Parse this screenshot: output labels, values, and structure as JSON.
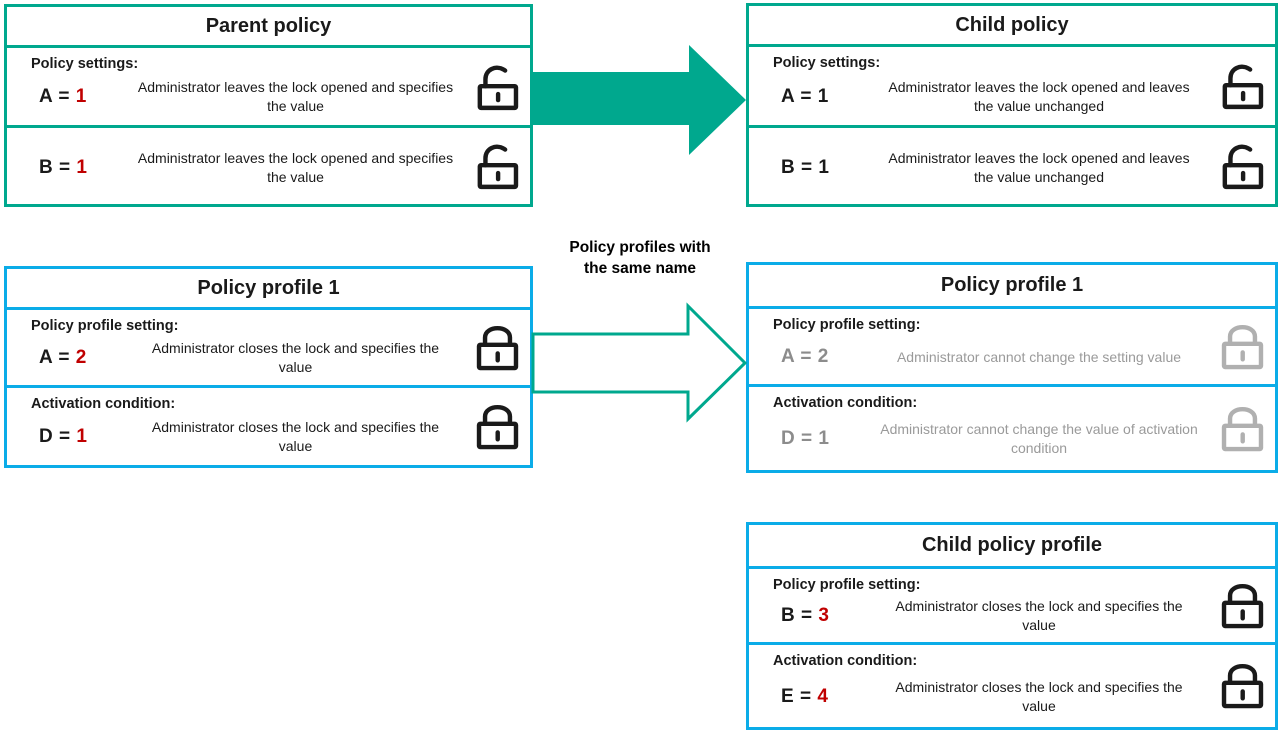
{
  "palette": {
    "teal_green": "#00A88E",
    "sky_blue": "#0BACE8",
    "value_red": "#C00000",
    "text_black": "#1A1A1A",
    "muted_value_gray": "#8C8C8C",
    "muted_text_gray": "#9A9A9A",
    "muted_lock_gray": "#B0B0B0"
  },
  "connector": {
    "label": "Policy profiles with\nthe same name",
    "solid_arrow_icon": "solid-right-arrow",
    "outline_arrow_icon": "outline-right-arrow"
  },
  "boxes": {
    "parent_policy": {
      "title": "Parent policy",
      "rows": [
        {
          "label": "Policy settings:",
          "variable": "A",
          "eq": "=",
          "value": "1",
          "value_color": "red",
          "desc": "Administrator leaves the lock opened and specifies the value",
          "lock_icon": "unlocked-padlock",
          "lock_state": "opened"
        },
        {
          "variable": "B",
          "eq": "=",
          "value": "1",
          "value_color": "red",
          "desc": "Administrator leaves the lock opened and specifies the value",
          "lock_icon": "unlocked-padlock",
          "lock_state": "opened"
        }
      ]
    },
    "child_policy": {
      "title": "Child policy",
      "rows": [
        {
          "label": "Policy settings:",
          "variable": "A",
          "eq": "=",
          "value": "1",
          "value_color": "black",
          "desc": "Administrator leaves the lock opened and leaves the value unchanged",
          "lock_icon": "unlocked-padlock",
          "lock_state": "opened"
        },
        {
          "variable": "B",
          "eq": "=",
          "value": "1",
          "value_color": "black",
          "desc": "Administrator leaves the lock opened and leaves the value unchanged",
          "lock_icon": "unlocked-padlock",
          "lock_state": "opened"
        }
      ]
    },
    "policy_profile_source": {
      "title": "Policy profile 1",
      "rows": [
        {
          "label": "Policy profile setting:",
          "variable": "A",
          "eq": "=",
          "value": "2",
          "value_color": "red",
          "desc": "Administrator closes the lock and specifies the value",
          "lock_icon": "locked-padlock",
          "lock_state": "closed"
        },
        {
          "label": "Activation condition:",
          "variable": "D",
          "eq": "=",
          "value": "1",
          "value_color": "red",
          "desc": "Administrator closes the lock and specifies the value",
          "lock_icon": "locked-padlock",
          "lock_state": "closed"
        }
      ]
    },
    "policy_profile_inherited": {
      "title": "Policy profile 1",
      "rows": [
        {
          "label": "Policy profile setting:",
          "variable": "A",
          "eq": "=",
          "value": "2",
          "value_color": "gray",
          "muted": true,
          "desc": "Administrator cannot change the setting value",
          "lock_icon": "locked-padlock",
          "lock_state": "closed"
        },
        {
          "label": "Activation condition:",
          "variable": "D",
          "eq": "=",
          "value": "1",
          "value_color": "gray",
          "muted": true,
          "desc": "Administrator cannot change the value of activation condition",
          "lock_icon": "locked-padlock",
          "lock_state": "closed"
        }
      ]
    },
    "child_policy_profile": {
      "title": "Child policy profile",
      "rows": [
        {
          "label": "Policy profile setting:",
          "variable": "B",
          "eq": "=",
          "value": "3",
          "value_color": "red",
          "desc": "Administrator closes the lock and specifies the value",
          "lock_icon": "locked-padlock",
          "lock_state": "closed"
        },
        {
          "label": "Activation condition:",
          "variable": "E",
          "eq": "=",
          "value": "4",
          "value_color": "red",
          "desc": "Administrator closes the lock and specifies the value",
          "lock_icon": "locked-padlock",
          "lock_state": "closed"
        }
      ]
    }
  }
}
